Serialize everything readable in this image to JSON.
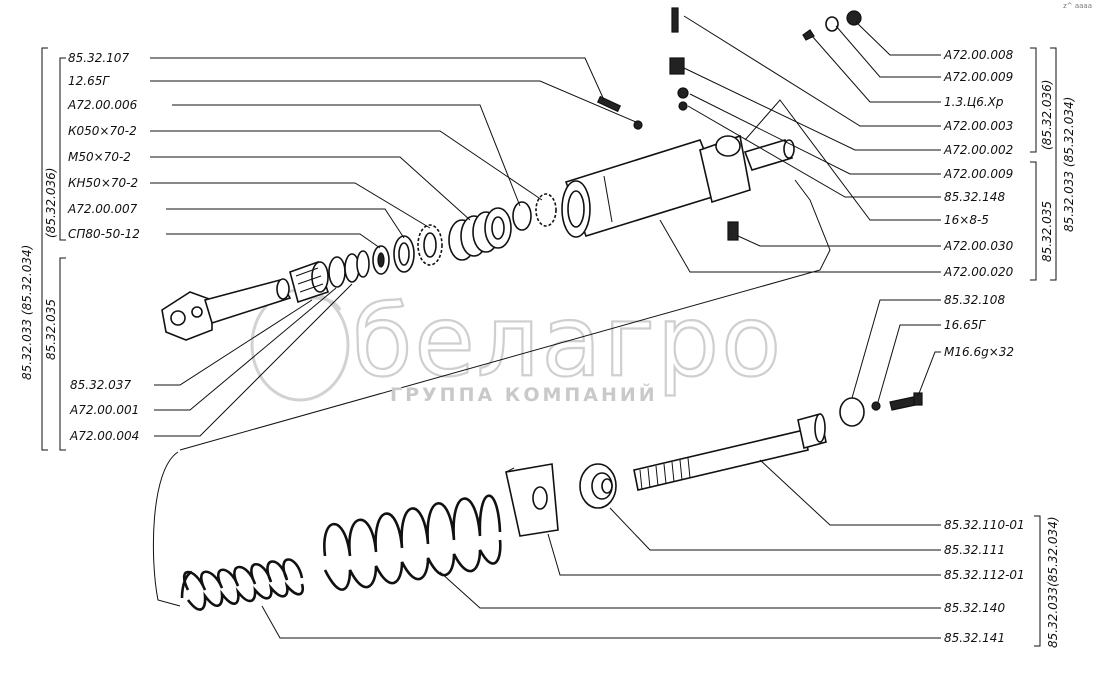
{
  "watermark": {
    "brand": "белагро",
    "subtitle": "ГРУППА КОМПАНИЙ"
  },
  "corner_mark": "z^ aaaa",
  "left_labels": [
    "85.32.107",
    "12.65Г",
    "А72.00.006",
    "К050×70-2",
    "М50×70-2",
    "КН50×70-2",
    "А72.00.007",
    "СП80-50-12"
  ],
  "left_bottom_labels": [
    "85.32.037",
    "А72.00.001",
    "А72.00.004"
  ],
  "right_top_labels": [
    "А72.00.008",
    "А72.00.009",
    "1.3.Ц6.Хр",
    "А72.00.003",
    "А72.00.002",
    "А72.00.009",
    "85.32.148",
    "16×8-5",
    "А72.00.030",
    "А72.00.020"
  ],
  "right_mid_labels": [
    "85.32.108",
    "16.65Г",
    "М16.6g×32"
  ],
  "right_bottom_labels": [
    "85.32.110-01",
    "85.32.111",
    "85.32.112-01",
    "85.32.140",
    "85.32.141"
  ],
  "assembly_labels": {
    "left_outer": "85.32.033  (85.32.034)",
    "left_inner_top": "(85.32.036)",
    "left_inner_bottom": "85.32.035",
    "right_mid_top": "(85.32.036)",
    "right_mid_bottom": "85.32.035",
    "right_outer": "85.32.033 (85.32.034)",
    "right_bottom": "85.32.033(85.32.034)"
  }
}
